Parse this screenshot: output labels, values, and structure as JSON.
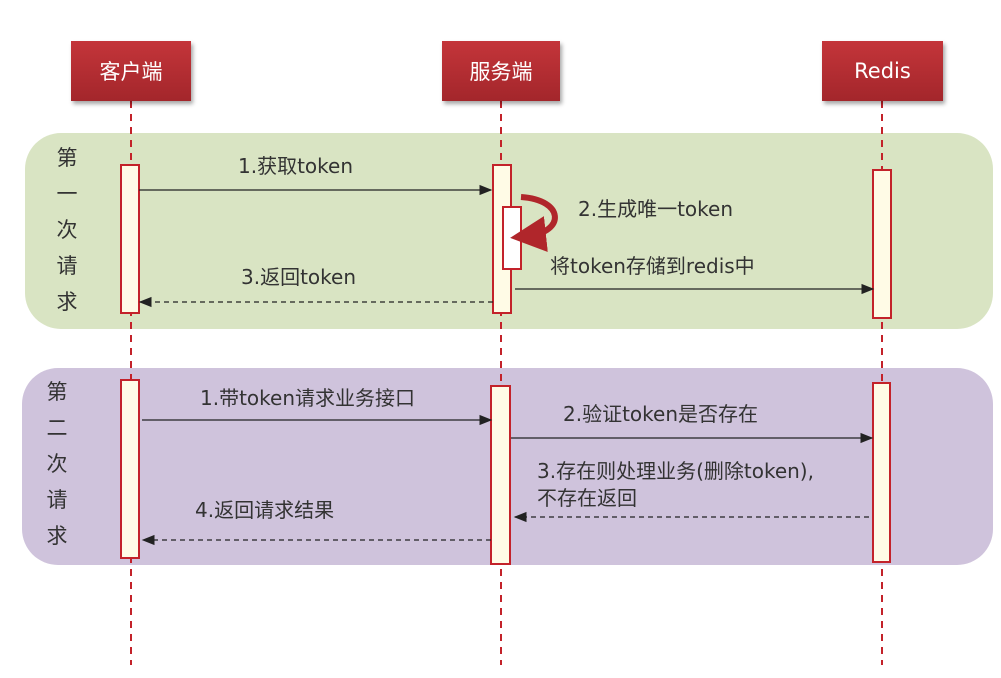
{
  "actors": {
    "client": "客户端",
    "server": "服务端",
    "redis": "Redis"
  },
  "first_request": {
    "label": [
      "第",
      "一",
      "次",
      "请",
      "求"
    ],
    "msg1": "1.获取token",
    "msg2": "2.生成唯一token",
    "msg_store": "将token存储到redis中",
    "msg3": "3.返回token",
    "color": "#d9e4c3"
  },
  "second_request": {
    "label": [
      "第",
      "二",
      "次",
      "请",
      "求"
    ],
    "msg1": "1.带token请求业务接口",
    "msg2": "2.验证token是否存在",
    "msg3_line1": "3.存在则处理业务(删除token),",
    "msg3_line2": "不存在返回",
    "msg4": "4.返回请求结果",
    "color": "#cfc3dc"
  }
}
